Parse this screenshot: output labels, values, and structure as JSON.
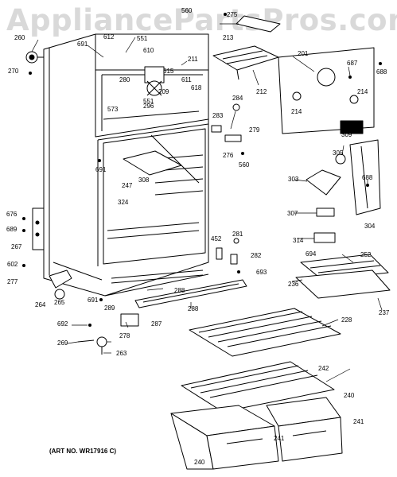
{
  "watermark": "AppliancePartsPros.com",
  "art_number": "(ART NO. WR17916 C)",
  "part_labels": [
    "560",
    "275",
    "213",
    "260",
    "691",
    "612",
    "551",
    "610",
    "211",
    "201",
    "687",
    "688",
    "270",
    "615",
    "280",
    "611",
    "209",
    "618",
    "212",
    "214",
    "573",
    "296",
    "551",
    "284",
    "283",
    "279",
    "214",
    "309",
    "305",
    "276",
    "560",
    "691",
    "308",
    "247",
    "324",
    "303",
    "688",
    "307",
    "304",
    "676",
    "689",
    "452",
    "281",
    "314",
    "694",
    "252",
    "267",
    "282",
    "602",
    "693",
    "277",
    "288",
    "236",
    "264",
    "265",
    "691",
    "289",
    "288",
    "237",
    "692",
    "287",
    "228",
    "278",
    "269",
    "263",
    "242",
    "240",
    "241",
    "241",
    "240"
  ]
}
